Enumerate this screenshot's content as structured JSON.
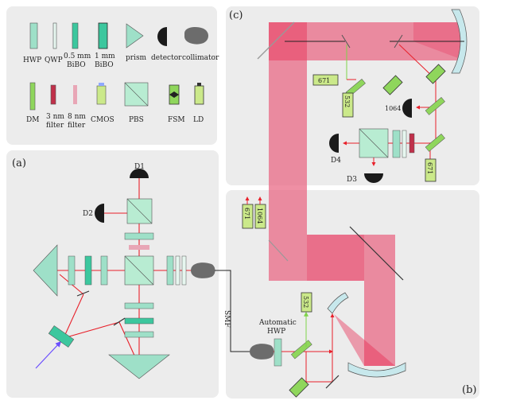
{
  "legend": {
    "hwp": "HWP",
    "qwp": "QWP",
    "bibo_05_line1": "0.5 mm",
    "bibo_05_line2": "BiBO",
    "bibo_1_line1": "1 mm",
    "bibo_1_line2": "BiBO",
    "prism": "prism",
    "detector": "detector",
    "collimator": "collimator",
    "dm": "DM",
    "filter3_line1": "3 nm",
    "filter3_line2": "filter",
    "filter8_line1": "8 nm",
    "filter8_line2": "filter",
    "cmos": "CMOS",
    "pbs": "PBS",
    "fsm": "FSM",
    "ld": "LD"
  },
  "panel_a": {
    "label": "(a)",
    "d1": "D1",
    "d2": "D2"
  },
  "panel_b": {
    "label": "(b)",
    "smf": "SMF",
    "auto_hwp_line1": "Automatic",
    "auto_hwp_line2": "HWP",
    "ld_532": "532",
    "ld_671": "671",
    "ld_1064": "1064"
  },
  "panel_c": {
    "label": "(c)",
    "ld_671_top": "671",
    "ld_532": "532",
    "ld_671_right": "671",
    "det_1064": "1064",
    "d3": "D3",
    "d4": "D4"
  },
  "colors": {
    "panel_bg": "#ececec",
    "beam_red": "#e8202a",
    "beam_pink": "#e96a86",
    "optic_green": "#9ee0c8",
    "dm_green": "#8fd65c",
    "ld_green": "#cbe98a",
    "filter_red": "#c0304a",
    "filter_pink": "#e8a6b6",
    "detector": "#1a1a1a",
    "collimator": "#6c6c6c",
    "pump_blue": "#6a4dff"
  }
}
